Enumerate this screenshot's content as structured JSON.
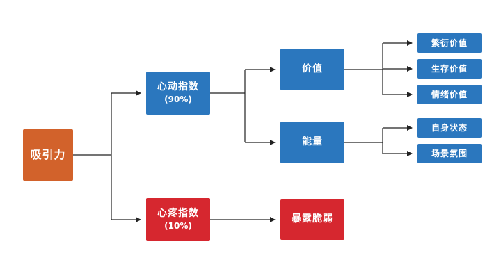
{
  "colors": {
    "orange": "#D2622B",
    "blue": "#2B77BE",
    "red": "#D6272F",
    "line": "#222222"
  },
  "nodes": {
    "attraction": {
      "label": "吸引力"
    },
    "heartbeat": {
      "label": "心动指数",
      "sub": "(90%)"
    },
    "heartache": {
      "label": "心疼指数",
      "sub": "(10%)"
    },
    "value": {
      "label": "价值"
    },
    "energy": {
      "label": "能量"
    },
    "expose": {
      "label": "暴露脆弱"
    },
    "reproduction": {
      "label": "繁衍价值"
    },
    "survival": {
      "label": "生存价值"
    },
    "emotion": {
      "label": "情绪价值"
    },
    "self_state": {
      "label": "自身状态"
    },
    "scene": {
      "label": "场景氛围"
    }
  }
}
